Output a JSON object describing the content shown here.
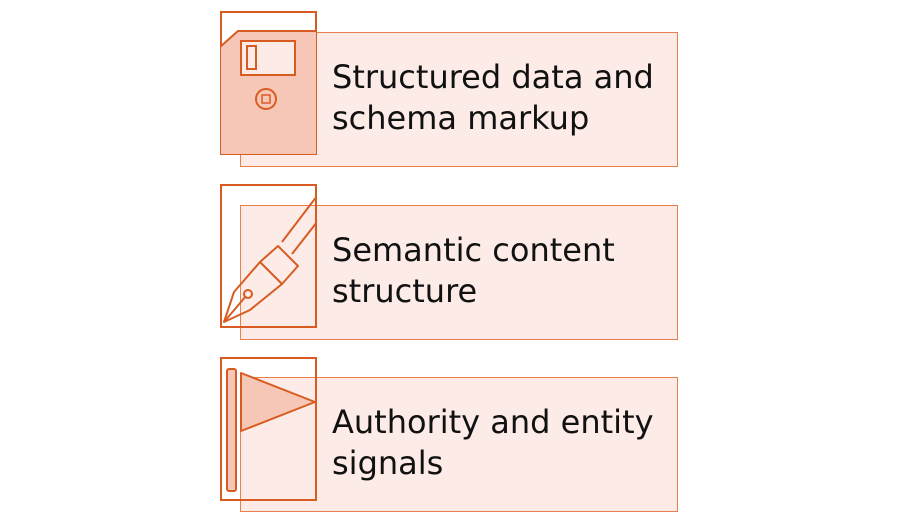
{
  "items": [
    {
      "line1": "Structured data and",
      "line2": "schema markup",
      "icon": "floppy-disk-icon"
    },
    {
      "line1": "Semantic content",
      "line2": "structure",
      "icon": "fountain-pen-icon"
    },
    {
      "line1": "Authority and entity",
      "line2": "signals",
      "icon": "flag-icon"
    }
  ],
  "colors": {
    "card_fill": "#fcebe7",
    "accent": "#d85c22",
    "icon_fill": "#f6c7b6"
  }
}
